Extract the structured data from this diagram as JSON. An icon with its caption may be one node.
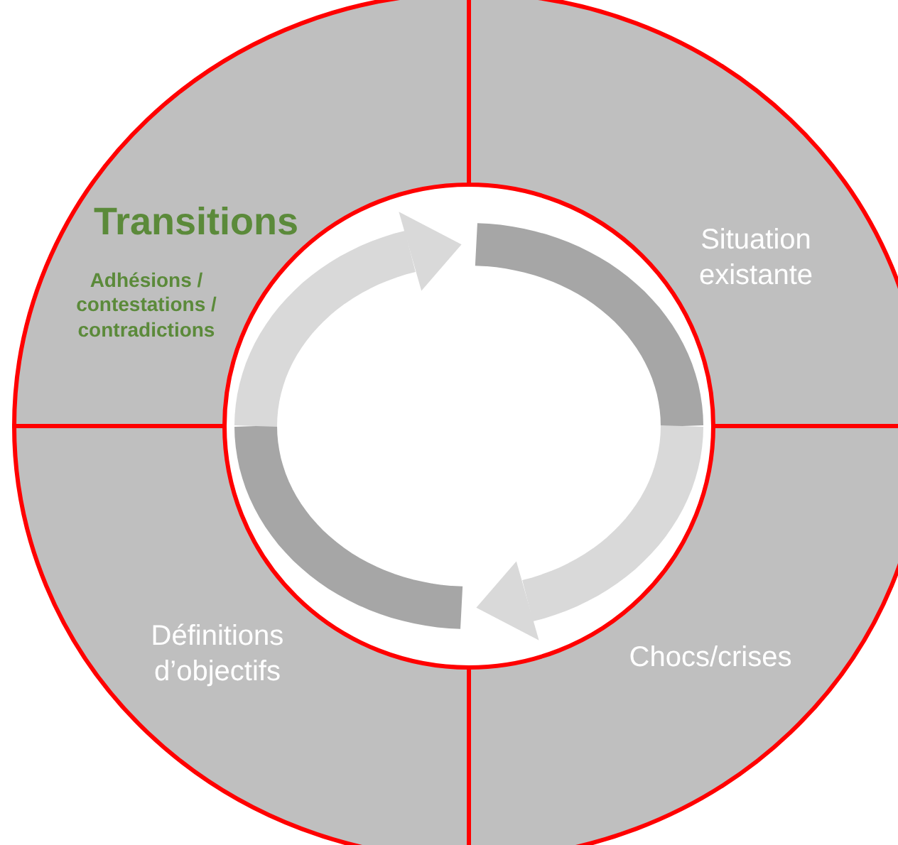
{
  "diagram": {
    "nodes": [
      {
        "text": [
          "Transitions",
          "Adhésions / contestations / contradictions"
        ]
      },
      {
        "text": [
          "Situation existante"
        ]
      },
      {
        "text": [
          "Définitions d’objectifs"
        ]
      },
      {
        "text": [
          "Chocs/crises"
        ]
      }
    ],
    "edges": [
      {
        "from": 1,
        "to": 3,
        "arrow": "to"
      },
      {
        "from": 2,
        "to": 0,
        "arrow": "to"
      }
    ]
  }
}
